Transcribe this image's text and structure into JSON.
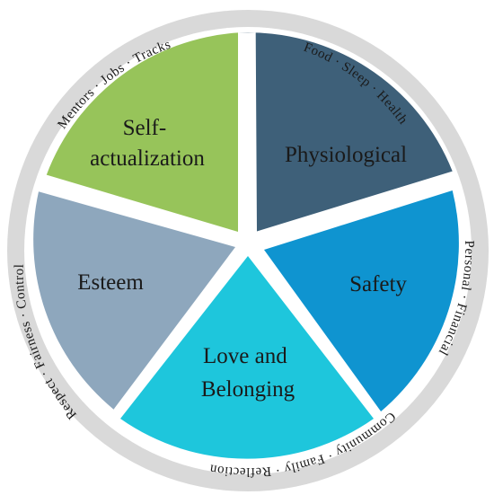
{
  "segments": [
    {
      "id": "physiological",
      "label_lines": [
        "Physiological"
      ],
      "color": "#3e6079",
      "ring_text": "Food · Sleep · Health"
    },
    {
      "id": "safety",
      "label_lines": [
        "Safety"
      ],
      "color": "#0f94d0",
      "ring_text": "Personal · Financial"
    },
    {
      "id": "love-and-belonging",
      "label_lines": [
        "Love and",
        "Belonging"
      ],
      "color": "#1ec6dc",
      "ring_text": "Community · Family · Reflection"
    },
    {
      "id": "esteem",
      "label_lines": [
        "Esteem"
      ],
      "color": "#8ea7bd",
      "ring_text": "Respect · Fairness · Control"
    },
    {
      "id": "self-actualization",
      "label_lines": [
        "Self-",
        "actualization"
      ],
      "color": "#97c45a",
      "ring_text": "Mentors · Jobs · Tracks"
    }
  ],
  "colors": {
    "ring": "#d9d9d9",
    "gap": "#ffffff",
    "text": "#1a1a1a"
  }
}
